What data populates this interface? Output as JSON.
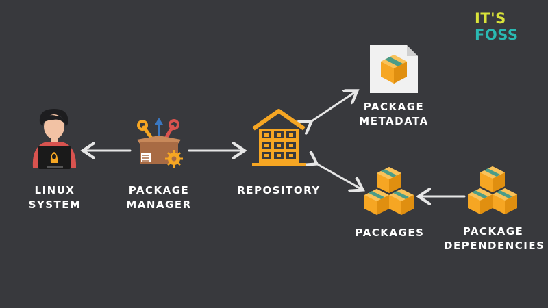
{
  "brand": {
    "part1": "IT'S",
    "part2": "FOSS"
  },
  "nodes": {
    "linux_system": {
      "line1": "LINUX",
      "line2": "SYSTEM"
    },
    "package_manager": {
      "line1": "PACKAGE",
      "line2": "MANAGER"
    },
    "repository": {
      "line1": "REPOSITORY"
    },
    "package_metadata": {
      "line1": "PACKAGE",
      "line2": "METADATA"
    },
    "packages": {
      "line1": "PACKAGES"
    },
    "package_dependencies": {
      "line1": "PACKAGE",
      "line2": "DEPENDENCIES"
    }
  },
  "colors": {
    "background": "#38393d",
    "box": "#f6a623",
    "arrow": "#e6e6e6",
    "shirt": "#d9534f"
  }
}
